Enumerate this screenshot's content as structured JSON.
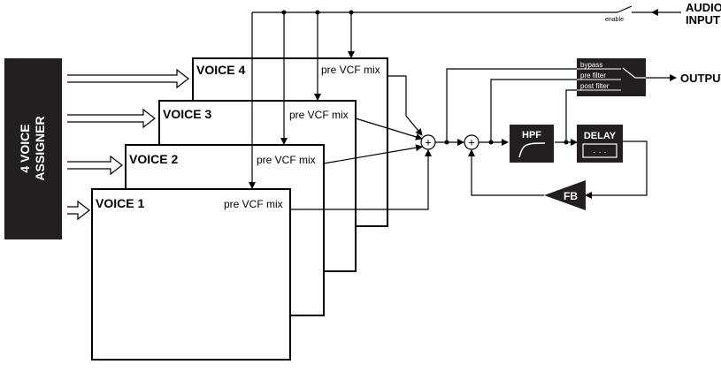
{
  "assigner": {
    "line1": "4 VOICE",
    "line2": "ASSIGNER"
  },
  "voices": [
    {
      "label": "VOICE 4",
      "mix_label": "pre VCF mix"
    },
    {
      "label": "VOICE 3",
      "mix_label": "pre VCF mix"
    },
    {
      "label": "VOICE 2",
      "mix_label": "pre VCF mix"
    },
    {
      "label": "VOICE 1",
      "mix_label": "pre VCF mix"
    }
  ],
  "audio_input": {
    "line1": "AUDIO",
    "line2": "INPUT"
  },
  "enable_label": "enable",
  "output_label": "OUTPUT",
  "switch_options": [
    "bypass",
    "pre filter",
    "post filter"
  ],
  "hpf_label": "HPF",
  "delay_label": "DELAY",
  "delay_glyph": "· · ·",
  "fb_label": "FB",
  "sum_symbol": "+",
  "colors": {
    "dark": "#231f20",
    "line": "#000000",
    "background": "#ffffff"
  }
}
